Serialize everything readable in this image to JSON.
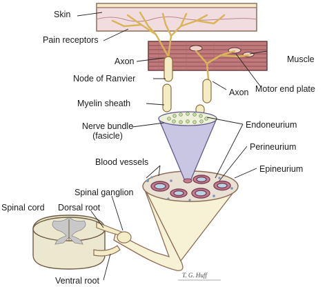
{
  "labels": {
    "skin": "Skin",
    "pain_receptors": "Pain receptors",
    "axon_sensory": "Axon",
    "node_of_ranvier": "Node of Ranvier",
    "myelin_sheath": "Myelin sheath",
    "nerve_bundle": "Nerve bundle",
    "fasicle": "(fasicle)",
    "blood_vessels": "Blood vessels",
    "spinal_ganglion": "Spinal ganglion",
    "spinal_cord": "Spinal cord",
    "dorsal_root": "Dorsal root",
    "ventral_root": "Ventral root",
    "muscle": "Muscle",
    "axon_motor": "Axon",
    "motor_end_plate": "Motor end plate",
    "endoneurium": "Endoneurium",
    "perineurium": "Perineurium",
    "epineurium": "Epineurium"
  },
  "signature": "T. G. Huff",
  "colors": {
    "skin": "#f1dde0",
    "skin_line": "#b9858e",
    "muscle": "#c07a7b",
    "muscle_dark": "#8e4d50",
    "myelin": "#f3ecc4",
    "nerve_fiber": "#d9b55a",
    "fascicle_cone": "#c9c6e3",
    "epineurium": "#f7f1d6",
    "perineurium": "#c27c90",
    "gray_matter": "#c8c8c8",
    "white_matter": "#ece7cf"
  }
}
